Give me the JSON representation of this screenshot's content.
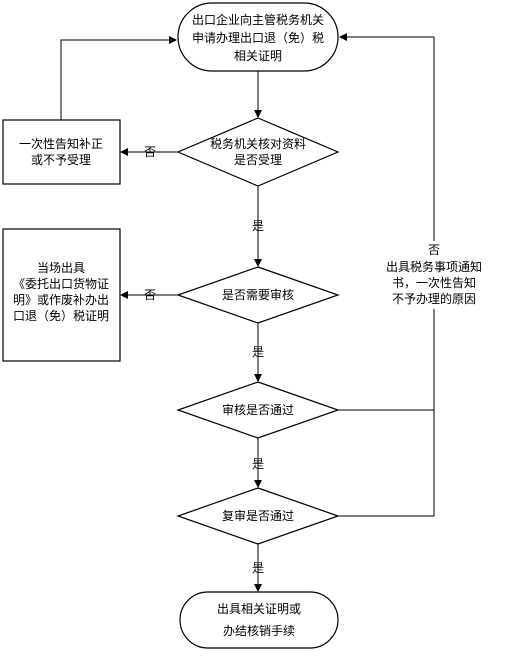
{
  "flowchart": {
    "start": {
      "lines": [
        "出口企业向主管税务机关",
        "申请办理出口退（免）税",
        "相关证明"
      ]
    },
    "decision1": {
      "lines": [
        "税务机关核对资料",
        "是否受理"
      ]
    },
    "reject1": {
      "lines": [
        "一次性告知补正",
        "或不予受理"
      ]
    },
    "decision2": {
      "lines": [
        "是否需要审核"
      ]
    },
    "issue_now": {
      "lines": [
        "当场出具",
        "《委托出口货物证",
        "明》或作废补办出",
        "口退（免）税证明"
      ]
    },
    "decision3": {
      "lines": [
        "审核是否通过"
      ]
    },
    "decision4": {
      "lines": [
        "复审是否通过"
      ]
    },
    "end": {
      "lines": [
        "出具相关证明或",
        "办结核销手续"
      ]
    },
    "feedback": {
      "lines": [
        "否",
        "出具税务事项通知",
        "书，一次性告知",
        "不予办理的原因"
      ]
    },
    "labels": {
      "no": "否",
      "yes": "是"
    }
  }
}
